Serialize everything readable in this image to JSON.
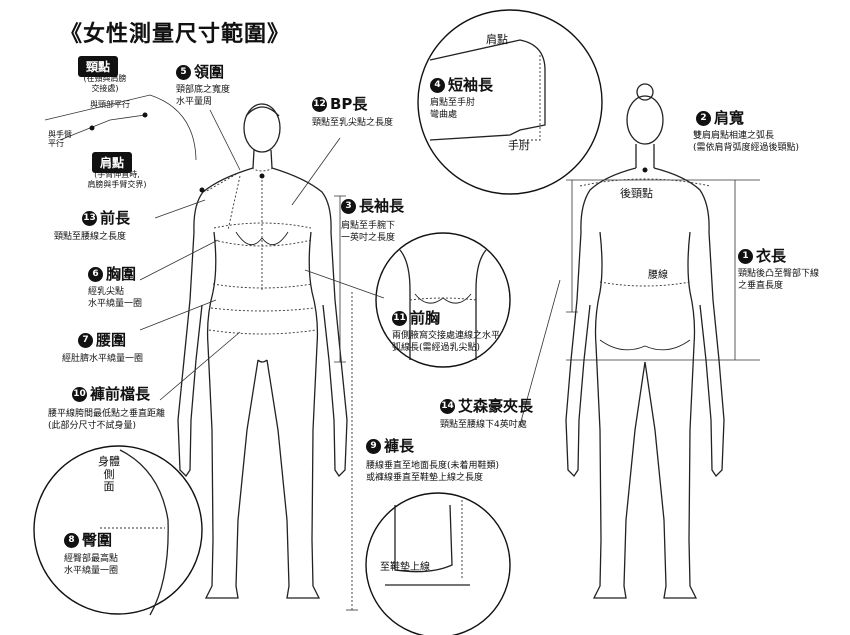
{
  "title": "《女性測量尺寸範圍》",
  "neck_point_box": {
    "label": "頸點",
    "note": "(在頸與肩膀\n交接處)"
  },
  "shoulder_point_box": {
    "label": "肩點",
    "note": "(手臂伸直時,\n肩膀與手臂交界)"
  },
  "neck_callouts": {
    "a": "與頸部平行",
    "b": "與手臂\n平行"
  },
  "items": [
    {
      "num": "1",
      "label": "衣長",
      "desc": "頸點後凸至臀部下線\n之垂直長度"
    },
    {
      "num": "2",
      "label": "肩寬",
      "desc": "雙肩肩點相連之弧長\n(需依肩背弧度經過後頸點)"
    },
    {
      "num": "3",
      "label": "長袖長",
      "desc": "肩點至手腕下\n一英吋之長度"
    },
    {
      "num": "4",
      "label": "短袖長",
      "desc": "肩點至手肘\n彎曲處"
    },
    {
      "num": "5",
      "label": "領圍",
      "desc": "頸部底之寬度\n水平量周"
    },
    {
      "num": "6",
      "label": "胸圍",
      "desc": "經乳尖點\n水平繞量一圈"
    },
    {
      "num": "7",
      "label": "腰圍",
      "desc": "經肚臍水平繞量一圈"
    },
    {
      "num": "8",
      "label": "臀圍",
      "desc": "經臀部最高點\n水平繞量一圈"
    },
    {
      "num": "9",
      "label": "褲長",
      "desc": "腰線垂直至地面長度(未着用鞋類)\n或褲線垂直至鞋墊上線之長度"
    },
    {
      "num": "10",
      "label": "褲前檔長",
      "desc": "腰平線胯間最低點之垂直距離\n(此部分尺寸不試身量)"
    },
    {
      "num": "11",
      "label": "前胸",
      "desc": "兩側腋窩交接處連線之水平\n弧線長(需經過乳尖點)"
    },
    {
      "num": "12",
      "label": "BP長",
      "desc": "頸點至乳尖點之長度"
    },
    {
      "num": "13",
      "label": "前長",
      "desc": "頸點至腰線之長度"
    },
    {
      "num": "14",
      "label": "艾森豪夾長",
      "desc": "頸點至腰線下4英吋處"
    }
  ],
  "annotations": {
    "shoulder_point": "肩點",
    "elbow": "手肘",
    "back_neck_point": "後頸點",
    "waistline": "腰線",
    "body_side": "身體\n側\n面",
    "to_insole": "至鞋墊上線"
  },
  "icons": [
    "number-badge-icon",
    "measure-marker-icon"
  ]
}
